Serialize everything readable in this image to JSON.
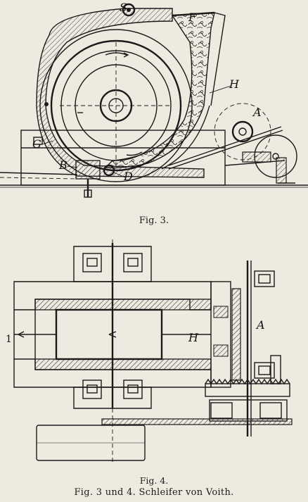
{
  "figure3": {
    "caption": "Fig. 3.",
    "labels": {
      "S": "S",
      "F": "F",
      "H": "H",
      "A": "A",
      "G": "G",
      "B": "B",
      "D": "D"
    }
  },
  "figure4": {
    "caption": "Fig. 4.",
    "labels": {
      "H": "H",
      "A": "A",
      "one": "1"
    }
  },
  "main_caption": "Fig. 3 und 4.  Schleifer von Voith.",
  "colors": {
    "paper": "#eeeae0",
    "ink": "#1a1a1a",
    "hatch": "#555555"
  }
}
